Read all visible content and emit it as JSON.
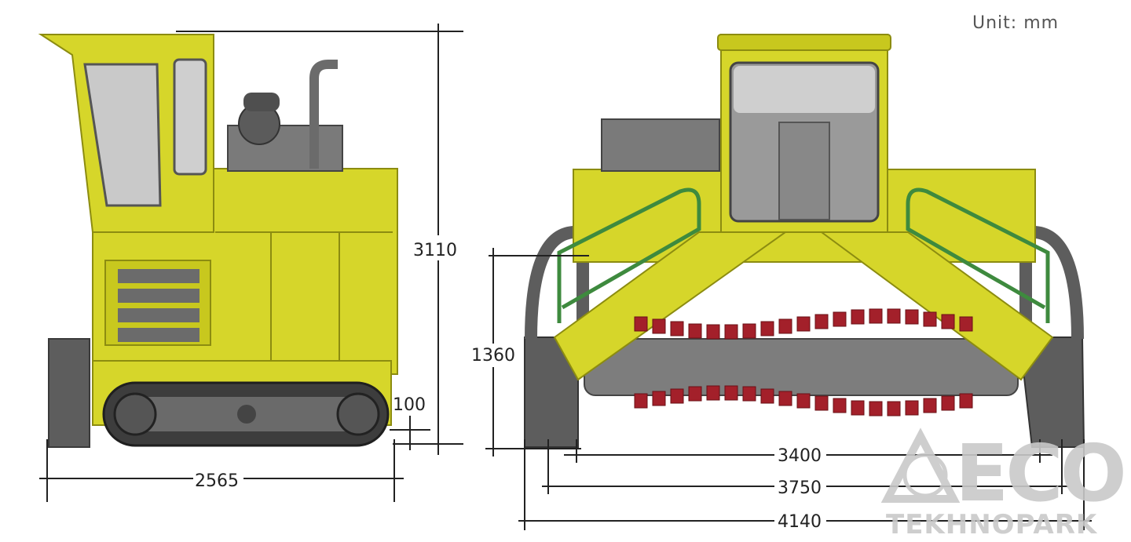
{
  "unit_label": "Unit: mm",
  "side_view": {
    "height_label": "3110",
    "length_label": "2565",
    "ground_clearance_label": "100"
  },
  "front_view": {
    "rotor_height_label": "1360",
    "inner_width_label": "3400",
    "track_width_label": "3750",
    "overall_width_label": "4140"
  },
  "watermark": {
    "mark": "ECO",
    "name": "TEKHNOPARK"
  },
  "colors": {
    "body": "#d6d62a",
    "body_shade": "#b8b81c",
    "steel": "#6e6e6e",
    "rotor_blades": "#a3202a",
    "rail": "#3e8a3e"
  }
}
